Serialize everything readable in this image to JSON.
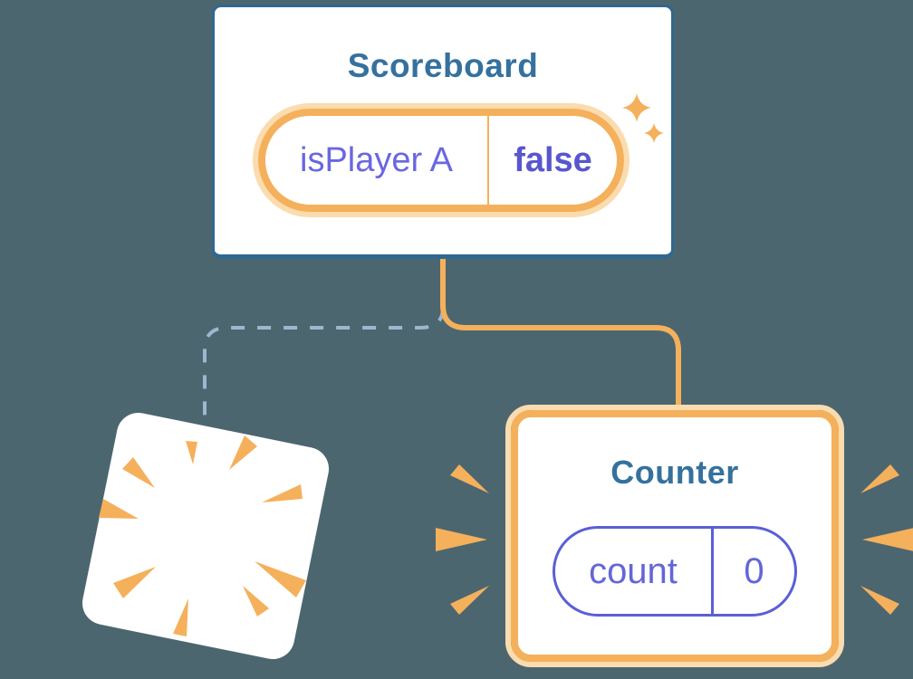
{
  "colors": {
    "bg": "#4C6670",
    "white": "#FFFFFF",
    "card_border": "#2F6890",
    "title": "#35719E",
    "orange": "#F5B05C",
    "orange_glow": "#FBDCAE",
    "purple": "#6A67E1",
    "purple_bold": "#5956CE",
    "indigo": "#5A5FD6",
    "indigo_text": "#6366D9",
    "dash": "#9CB8CF"
  },
  "scoreboard": {
    "title": "Scoreboard",
    "state_pill": {
      "label": "isPlayer A",
      "value": "false"
    }
  },
  "counter": {
    "title": "Counter",
    "state_pill": {
      "label": "count",
      "value": "0"
    }
  }
}
